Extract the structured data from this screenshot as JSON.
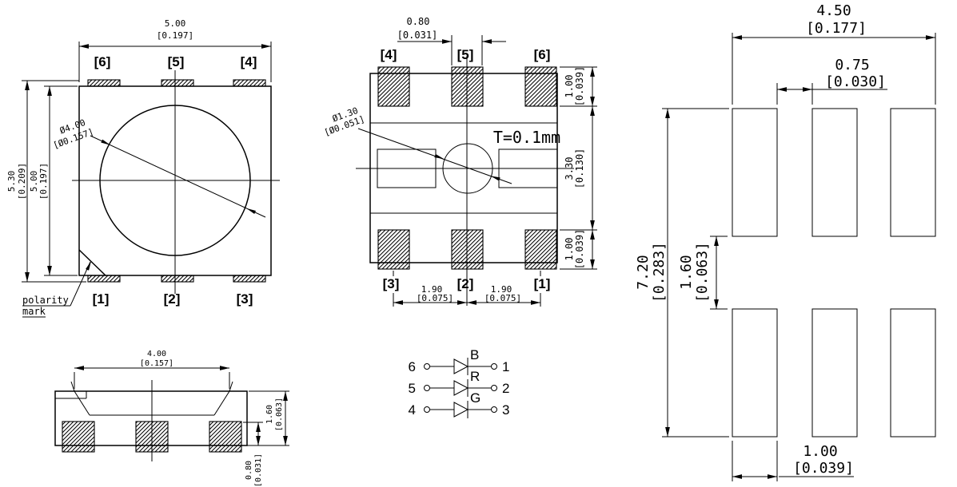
{
  "colors": {
    "line": "#000000",
    "background": "#ffffff"
  },
  "top_view": {
    "labels_top": [
      "[6]",
      "[5]",
      "[4]"
    ],
    "labels_bottom": [
      "[1]",
      "[2]",
      "[3]"
    ],
    "dim_width_mm": "5.00",
    "dim_width_in": "[0.197]",
    "dim_overall_mm": "5.30",
    "dim_overall_in": "[0.209]",
    "dim_body_mm": "5.00",
    "dim_body_in": "[0.197]",
    "dim_lens_mm": "Ø4.00",
    "dim_lens_in": "[Ø0.157]",
    "polarity_line1": "polarity",
    "polarity_line2": "mark"
  },
  "bottom_view": {
    "labels_top": [
      "[4]",
      "[5]",
      "[6]"
    ],
    "labels_bottom": [
      "[3]",
      "[2]",
      "[1]"
    ],
    "dim_pad_width_mm": "0.80",
    "dim_pad_width_in": "[0.031]",
    "dim_pad_height_top_mm": "1.00",
    "dim_pad_height_top_in": "[0.039]",
    "dim_mid_mm": "3.30",
    "dim_mid_in": "[0.130]",
    "dim_pad_height_bottom_mm": "1.00",
    "dim_pad_height_bottom_in": "[0.039]",
    "dim_pitch_left_mm": "1.90",
    "dim_pitch_left_in": "[0.075]",
    "dim_pitch_right_mm": "1.90",
    "dim_pitch_right_in": "[0.075]",
    "dim_slug_mm": "Ø1.30",
    "dim_slug_in": "[Ø0.051]",
    "thickness_note": "T=0.1mm"
  },
  "side_view": {
    "dim_cup_mm": "4.00",
    "dim_cup_in": "[0.157]",
    "dim_height_mm": "1.60",
    "dim_height_in": "[0.063]",
    "dim_pad_mm": "0.80",
    "dim_pad_in": "[0.031]"
  },
  "pad_layout": {
    "dim_width_mm": "4.50",
    "dim_width_in": "[0.177]",
    "dim_gap_mm": "0.75",
    "dim_gap_in": "[0.030]",
    "dim_height_mm": "7.20",
    "dim_height_in": "[0.283]",
    "dim_row_gap_mm": "1.60",
    "dim_row_gap_in": "[0.063]",
    "dim_pad_width_mm": "1.00",
    "dim_pad_width_in": "[0.039]"
  },
  "circuit": {
    "rows": [
      {
        "anode": "6",
        "color": "B",
        "cathode": "1"
      },
      {
        "anode": "5",
        "color": "R",
        "cathode": "2"
      },
      {
        "anode": "4",
        "color": "G",
        "cathode": "3"
      }
    ]
  }
}
